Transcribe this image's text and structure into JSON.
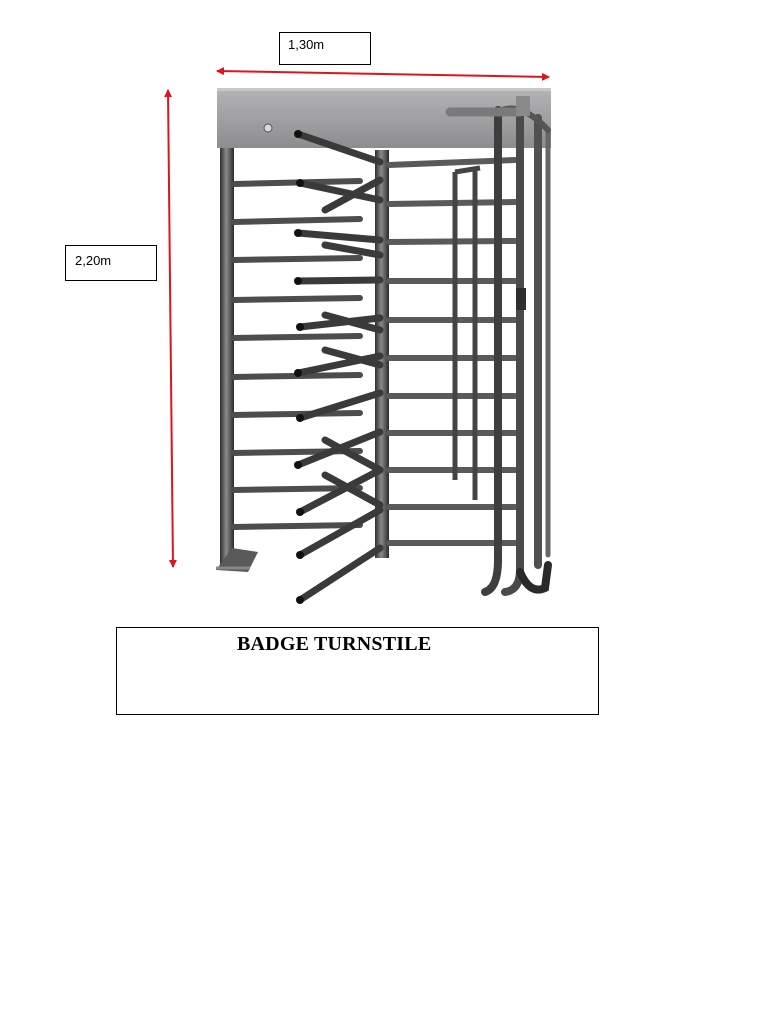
{
  "dimensions": {
    "width_label": "1,30m",
    "height_label": "2,20m",
    "arrow_color": "#e0141c"
  },
  "caption": {
    "title": "BADGE TURNSTILE"
  },
  "colors": {
    "steel_dark": "#3a3a3a",
    "steel_mid": "#6b6b6b",
    "steel_light": "#9a9a9a",
    "top_panel": "#a5a5a7"
  }
}
